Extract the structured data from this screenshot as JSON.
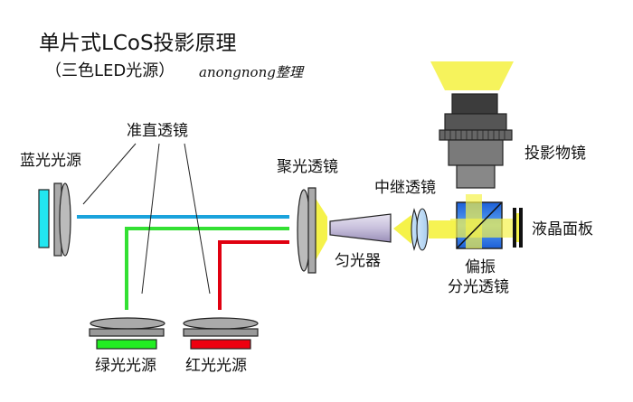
{
  "title": "单片式LCoS投影原理",
  "subtitle": "（三色LED光源）",
  "signature": "anongnong整理",
  "labels": {
    "collimator": "准直透镜",
    "blue_source": "蓝光光源",
    "green_source": "绿光光源",
    "red_source": "红光光源",
    "condenser": "聚光透镜",
    "homogenizer": "匀光器",
    "relay_lens": "中继透镜",
    "pbs_line1": "偏振",
    "pbs_line2": "分光透镜",
    "lcd_panel": "液晶面板",
    "projection_lens": "投影物镜"
  },
  "colors": {
    "blue_light": "#1aa3dc",
    "green_light": "#33e033",
    "red_light": "#e00010",
    "yellow_light": "#f5f24a",
    "blue_led": "#22e6f0",
    "green_led": "#22ee22",
    "red_led": "#ee0010",
    "pbs_blue": "#1e6fe0"
  }
}
